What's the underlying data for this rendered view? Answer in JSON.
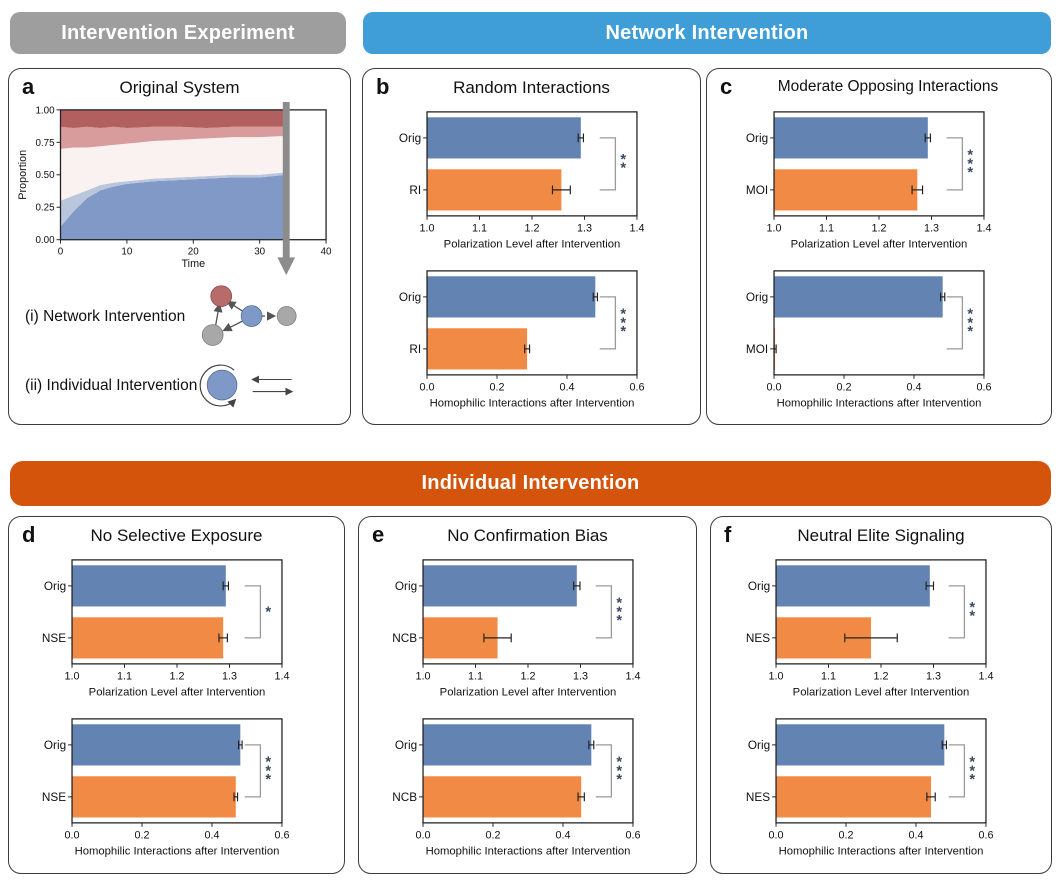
{
  "figure": {
    "section_headers": [
      {
        "id": "experiment",
        "label": "Intervention Experiment",
        "bg": "#9e9e9e"
      },
      {
        "id": "network",
        "label": "Network Intervention",
        "bg": "#3f9ed8"
      },
      {
        "id": "individual",
        "label": "Individual Intervention",
        "bg": "#d3540a"
      }
    ]
  },
  "panel_a": {
    "letter": "a",
    "title": "Original System",
    "annotations": [
      {
        "label": "(i) Network Intervention"
      },
      {
        "label": "(ii) Individual Intervention"
      }
    ]
  },
  "panels": {
    "b": {
      "letter": "b",
      "title": "Random Interactions"
    },
    "c": {
      "letter": "c",
      "title": "Moderate Opposing Interactions"
    },
    "d": {
      "letter": "d",
      "title": "No Selective Exposure"
    },
    "e": {
      "letter": "e",
      "title": "No Confirmation Bias"
    },
    "f": {
      "letter": "f",
      "title": "Neutral Elite Signaling"
    }
  },
  "style": {
    "orig_bar_color": "#6384b3",
    "treatment_bar_color": "#f18a44",
    "significance_color": "#3a4963",
    "bracket_color": "#9a9a9a",
    "arrow_color": "#8c8c8c"
  },
  "chart_data": [
    {
      "id": "a-area",
      "type": "stacked_area",
      "title": "Original System",
      "xlabel": "Time",
      "ylabel": "Proportion",
      "xlim": [
        0,
        40
      ],
      "ylim": [
        0.0,
        1.0
      ],
      "xticks": [
        0,
        10,
        20,
        30,
        40
      ],
      "yticks": [
        "0.00",
        "0.25",
        "0.50",
        "0.75",
        "1.00"
      ],
      "data_end_x": 34,
      "arrow_x": 34,
      "x": [
        0,
        2,
        4,
        6,
        8,
        10,
        14,
        18,
        22,
        26,
        30,
        34
      ],
      "layers": [
        {
          "name": "dark-blue",
          "color": "#8199c6",
          "top": [
            0.1,
            0.22,
            0.32,
            0.38,
            0.41,
            0.43,
            0.45,
            0.46,
            0.47,
            0.48,
            0.48,
            0.5
          ]
        },
        {
          "name": "light-blue",
          "color": "#b9c6dc",
          "top": [
            0.3,
            0.34,
            0.38,
            0.42,
            0.44,
            0.45,
            0.47,
            0.48,
            0.49,
            0.5,
            0.5,
            0.52
          ]
        },
        {
          "name": "near-white",
          "color": "#faf2f1",
          "top": [
            0.7,
            0.71,
            0.71,
            0.72,
            0.73,
            0.74,
            0.76,
            0.77,
            0.78,
            0.79,
            0.79,
            0.8
          ]
        },
        {
          "name": "light-red",
          "color": "#d89c9c",
          "top": [
            0.87,
            0.86,
            0.87,
            0.86,
            0.87,
            0.86,
            0.87,
            0.87,
            0.86,
            0.87,
            0.87,
            0.87
          ]
        },
        {
          "name": "dark-red",
          "color": "#b25f5f",
          "top": [
            1.0,
            1.0,
            1.0,
            1.0,
            1.0,
            1.0,
            1.0,
            1.0,
            1.0,
            1.0,
            1.0,
            1.0
          ]
        }
      ]
    },
    {
      "id": "b-pol",
      "type": "bar_h",
      "xlabel": "Polarization Level after Intervention",
      "xlim": [
        1.0,
        1.4
      ],
      "xticks": [
        "1.0",
        "1.1",
        "1.2",
        "1.3",
        "1.4"
      ],
      "bars": [
        {
          "label": "Orig",
          "value": 1.293,
          "err": 0.005,
          "color": "#6384b3"
        },
        {
          "label": "RI",
          "value": 1.256,
          "err": 0.017,
          "color": "#f18a44"
        }
      ],
      "sig": "**"
    },
    {
      "id": "b-hom",
      "type": "bar_h",
      "xlabel": "Homophilic Interactions after Intervention",
      "xlim": [
        0.0,
        0.6
      ],
      "xticks": [
        "0.0",
        "0.2",
        "0.4",
        "0.6"
      ],
      "bars": [
        {
          "label": "Orig",
          "value": 0.481,
          "err": 0.006,
          "color": "#6384b3"
        },
        {
          "label": "RI",
          "value": 0.286,
          "err": 0.007,
          "color": "#f18a44"
        }
      ],
      "sig": "***"
    },
    {
      "id": "c-pol",
      "type": "bar_h",
      "xlabel": "Polarization Level after Intervention",
      "xlim": [
        1.0,
        1.4
      ],
      "xticks": [
        "1.0",
        "1.1",
        "1.2",
        "1.3",
        "1.4"
      ],
      "bars": [
        {
          "label": "Orig",
          "value": 1.293,
          "err": 0.005,
          "color": "#6384b3"
        },
        {
          "label": "MOI",
          "value": 1.273,
          "err": 0.01,
          "color": "#f18a44"
        }
      ],
      "sig": "***"
    },
    {
      "id": "c-hom",
      "type": "bar_h",
      "xlabel": "Homophilic Interactions after Intervention",
      "xlim": [
        0.0,
        0.6
      ],
      "xticks": [
        "0.0",
        "0.2",
        "0.4",
        "0.6"
      ],
      "bars": [
        {
          "label": "Orig",
          "value": 0.482,
          "err": 0.006,
          "color": "#6384b3"
        },
        {
          "label": "MOI",
          "value": 0.003,
          "err": 0.003,
          "color": "#f18a44"
        }
      ],
      "sig": "***"
    },
    {
      "id": "d-pol",
      "type": "bar_h",
      "xlabel": "Polarization Level after Intervention",
      "xlim": [
        1.0,
        1.4
      ],
      "xticks": [
        "1.0",
        "1.1",
        "1.2",
        "1.3",
        "1.4"
      ],
      "bars": [
        {
          "label": "Orig",
          "value": 1.293,
          "err": 0.005,
          "color": "#6384b3"
        },
        {
          "label": "NSE",
          "value": 1.288,
          "err": 0.008,
          "color": "#f18a44"
        }
      ],
      "sig": "*"
    },
    {
      "id": "d-hom",
      "type": "bar_h",
      "xlabel": "Homophilic Interactions after Intervention",
      "xlim": [
        0.0,
        0.6
      ],
      "xticks": [
        "0.0",
        "0.2",
        "0.4",
        "0.6"
      ],
      "bars": [
        {
          "label": "Orig",
          "value": 0.481,
          "err": 0.005,
          "color": "#6384b3"
        },
        {
          "label": "NSE",
          "value": 0.468,
          "err": 0.005,
          "color": "#f18a44"
        }
      ],
      "sig": "***"
    },
    {
      "id": "e-pol",
      "type": "bar_h",
      "xlabel": "Polarization Level after Intervention",
      "xlim": [
        1.0,
        1.4
      ],
      "xticks": [
        "1.0",
        "1.1",
        "1.2",
        "1.3",
        "1.4"
      ],
      "bars": [
        {
          "label": "Orig",
          "value": 1.293,
          "err": 0.006,
          "color": "#6384b3"
        },
        {
          "label": "NCB",
          "value": 1.142,
          "err": 0.026,
          "color": "#f18a44"
        }
      ],
      "sig": "***"
    },
    {
      "id": "e-hom",
      "type": "bar_h",
      "xlabel": "Homophilic Interactions after Intervention",
      "xlim": [
        0.0,
        0.6
      ],
      "xticks": [
        "0.0",
        "0.2",
        "0.4",
        "0.6"
      ],
      "bars": [
        {
          "label": "Orig",
          "value": 0.481,
          "err": 0.007,
          "color": "#6384b3"
        },
        {
          "label": "NCB",
          "value": 0.452,
          "err": 0.009,
          "color": "#f18a44"
        }
      ],
      "sig": "***"
    },
    {
      "id": "f-pol",
      "type": "bar_h",
      "xlabel": "Polarization Level after Intervention",
      "xlim": [
        1.0,
        1.4
      ],
      "xticks": [
        "1.0",
        "1.1",
        "1.2",
        "1.3",
        "1.4"
      ],
      "bars": [
        {
          "label": "Orig",
          "value": 1.293,
          "err": 0.007,
          "color": "#6384b3"
        },
        {
          "label": "NES",
          "value": 1.181,
          "err": 0.05,
          "color": "#f18a44"
        }
      ],
      "sig": "**"
    },
    {
      "id": "f-hom",
      "type": "bar_h",
      "xlabel": "Homophilic Interactions after Intervention",
      "xlim": [
        0.0,
        0.6
      ],
      "xticks": [
        "0.0",
        "0.2",
        "0.4",
        "0.6"
      ],
      "bars": [
        {
          "label": "Orig",
          "value": 0.481,
          "err": 0.006,
          "color": "#6384b3"
        },
        {
          "label": "NES",
          "value": 0.443,
          "err": 0.012,
          "color": "#f18a44"
        }
      ],
      "sig": "***"
    }
  ]
}
